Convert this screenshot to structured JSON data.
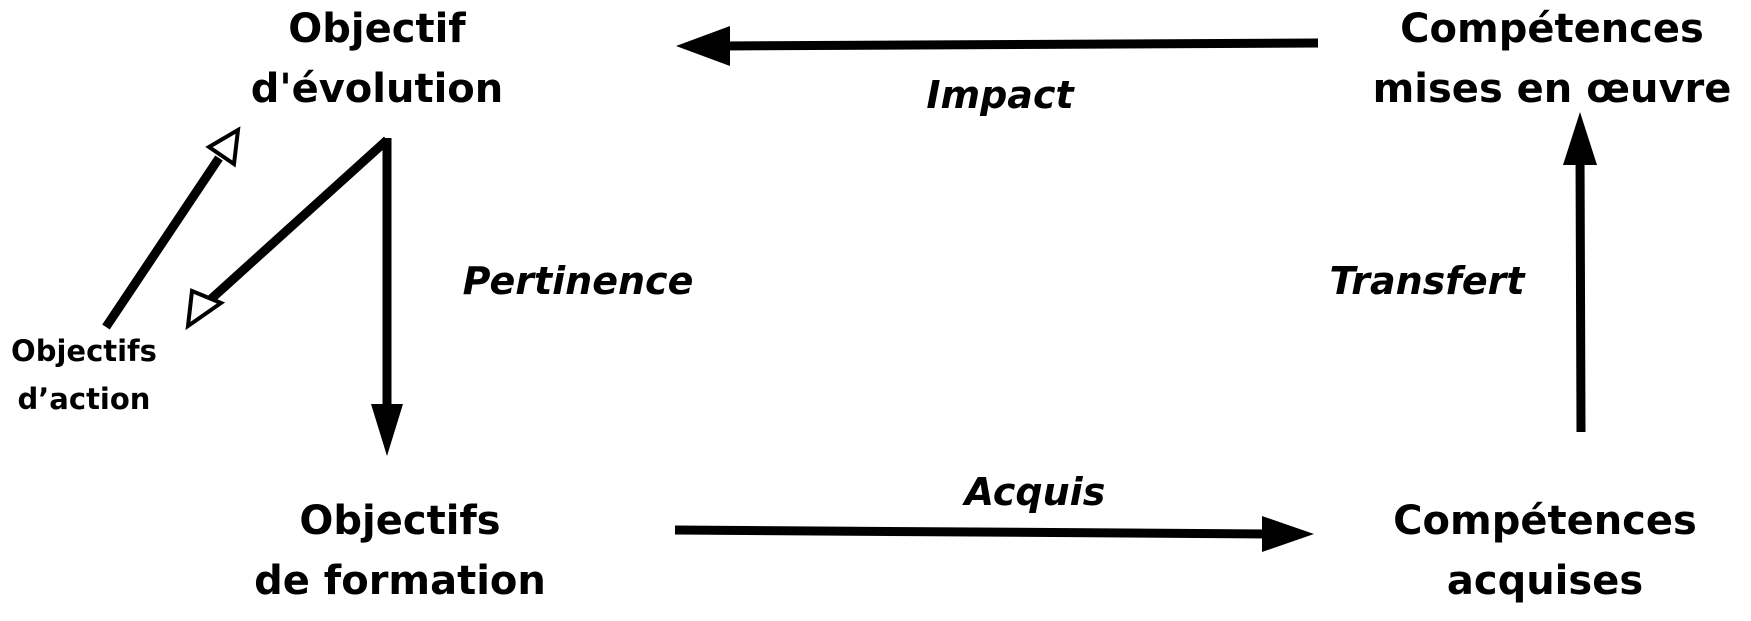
{
  "nodes": {
    "objectif_evolution": [
      "Objectif",
      "d'évolution"
    ],
    "competences_mises": [
      "Compétences",
      "mises en œuvre"
    ],
    "objectifs_formation": [
      "Objectifs",
      "de formation"
    ],
    "competences_acquises": [
      "Compétences",
      "acquises"
    ],
    "objectifs_action": [
      "Objectifs",
      "d’action"
    ]
  },
  "edge_labels": {
    "impact": "Impact",
    "pertinence": "Pertinence",
    "transfert": "Transfert",
    "acquis": "Acquis"
  }
}
